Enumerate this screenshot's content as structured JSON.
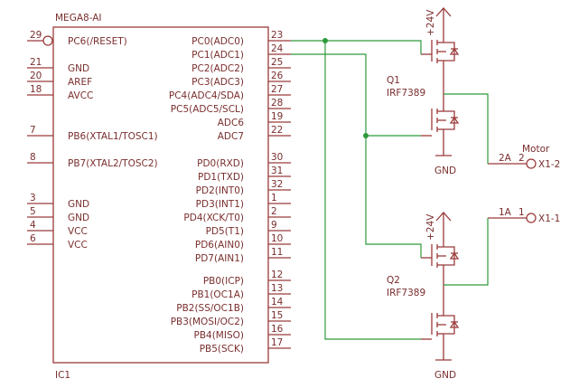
{
  "ic": {
    "name": "MEGA8-AI",
    "ref": "IC1",
    "left_pins": [
      {
        "num": "29",
        "label": "PC6(/RESET)"
      },
      {
        "num": "21",
        "label": "GND"
      },
      {
        "num": "20",
        "label": "AREF"
      },
      {
        "num": "18",
        "label": "AVCC"
      },
      {
        "num": "7",
        "label": "PB6(XTAL1/TOSC1)"
      },
      {
        "num": "8",
        "label": "PB7(XTAL2/TOSC2)"
      },
      {
        "num": "3",
        "label": "GND"
      },
      {
        "num": "5",
        "label": "GND"
      },
      {
        "num": "4",
        "label": "VCC"
      },
      {
        "num": "6",
        "label": "VCC"
      }
    ],
    "right_pins": [
      {
        "num": "23",
        "label": "PC0(ADC0)"
      },
      {
        "num": "24",
        "label": "PC1(ADC1)"
      },
      {
        "num": "25",
        "label": "PC2(ADC2)"
      },
      {
        "num": "26",
        "label": "PC3(ADC3)"
      },
      {
        "num": "27",
        "label": "PC4(ADC4/SDA)"
      },
      {
        "num": "28",
        "label": "PC5(ADC5/SCL)"
      },
      {
        "num": "19",
        "label": "ADC6"
      },
      {
        "num": "22",
        "label": "ADC7"
      },
      {
        "num": "30",
        "label": "PD0(RXD)"
      },
      {
        "num": "31",
        "label": "PD1(TXD)"
      },
      {
        "num": "32",
        "label": "PD2(INT0)"
      },
      {
        "num": "1",
        "label": "PD3(INT1)"
      },
      {
        "num": "2",
        "label": "PD4(XCK/T0)"
      },
      {
        "num": "9",
        "label": "PD5(T1)"
      },
      {
        "num": "10",
        "label": "PD6(AIN0)"
      },
      {
        "num": "11",
        "label": "PD7(AIN1)"
      },
      {
        "num": "12",
        "label": "PB0(ICP)"
      },
      {
        "num": "13",
        "label": "PB1(OC1A)"
      },
      {
        "num": "14",
        "label": "PB2(SS/OC1B)"
      },
      {
        "num": "15",
        "label": "PB3(MOSI/OC2)"
      },
      {
        "num": "16",
        "label": "PB4(MISO)"
      },
      {
        "num": "17",
        "label": "PB5(SCK)"
      }
    ]
  },
  "q1": {
    "ref": "Q1",
    "value": "IRF7389"
  },
  "q2": {
    "ref": "Q2",
    "value": "IRF7389"
  },
  "supply": {
    "label": "+24V"
  },
  "ground": {
    "label": "GND"
  },
  "motor": {
    "title": "Motor",
    "pin2_text": "2A",
    "pin2_num": "2",
    "pin2_ref": "X1-2",
    "pin1_text": "1A",
    "pin1_num": "1",
    "pin1_ref": "X1-1"
  }
}
